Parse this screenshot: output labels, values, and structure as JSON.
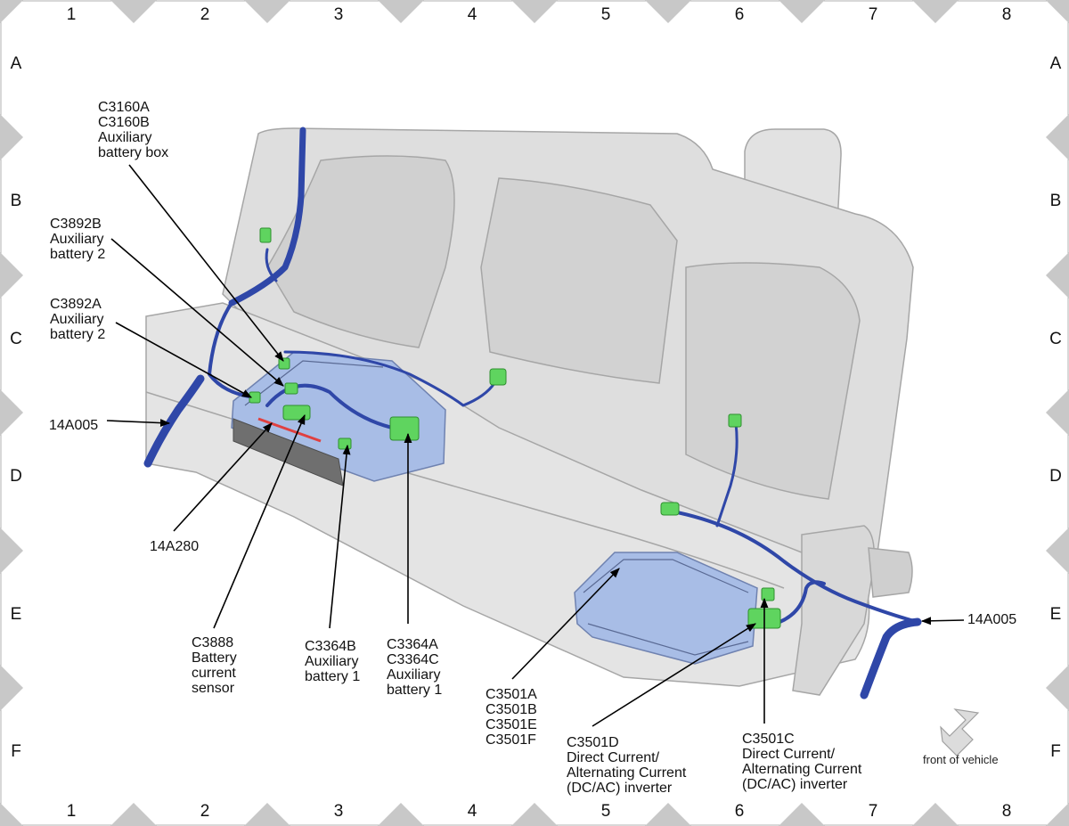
{
  "grid": {
    "columns": [
      "1",
      "2",
      "3",
      "4",
      "5",
      "6",
      "7",
      "8"
    ],
    "rows": [
      "A",
      "B",
      "C",
      "D",
      "E",
      "F"
    ]
  },
  "callouts": {
    "c3160": [
      "C3160A",
      "C3160B",
      "Auxiliary",
      "battery box"
    ],
    "c3892b": [
      "C3892B",
      "Auxiliary",
      "battery 2"
    ],
    "c3892a": [
      "C3892A",
      "Auxiliary",
      "battery 2"
    ],
    "harness_left": [
      "14A005"
    ],
    "harness_14a280": [
      "14A280"
    ],
    "c3888": [
      "C3888",
      "Battery",
      "current",
      "sensor"
    ],
    "c3364b": [
      "C3364B",
      "Auxiliary",
      "battery 1"
    ],
    "c3364a": [
      "C3364A",
      "C3364C",
      "Auxiliary",
      "battery 1"
    ],
    "c3501a": [
      "C3501A",
      "C3501B",
      "C3501E",
      "C3501F"
    ],
    "c3501d": [
      "C3501D",
      "Direct Current/",
      "Alternating Current",
      "(DC/AC) inverter"
    ],
    "c3501c": [
      "C3501C",
      "Direct Current/",
      "Alternating Current",
      "(DC/AC) inverter"
    ],
    "harness_right": [
      "14A005"
    ]
  },
  "orientation": {
    "label": "front of vehicle",
    "arrow": "front-direction-arrow-icon"
  },
  "colors": {
    "seat_fill": "#dcdcdc",
    "seat_stroke": "#a6a6a6",
    "harness": "#2f47a8",
    "connector": "#5fd45f",
    "battery_box": "#a8bde6",
    "inverter": "#a8bde6",
    "grid_marker": "#c8c8c8",
    "sensor_wire": "#e04040"
  }
}
